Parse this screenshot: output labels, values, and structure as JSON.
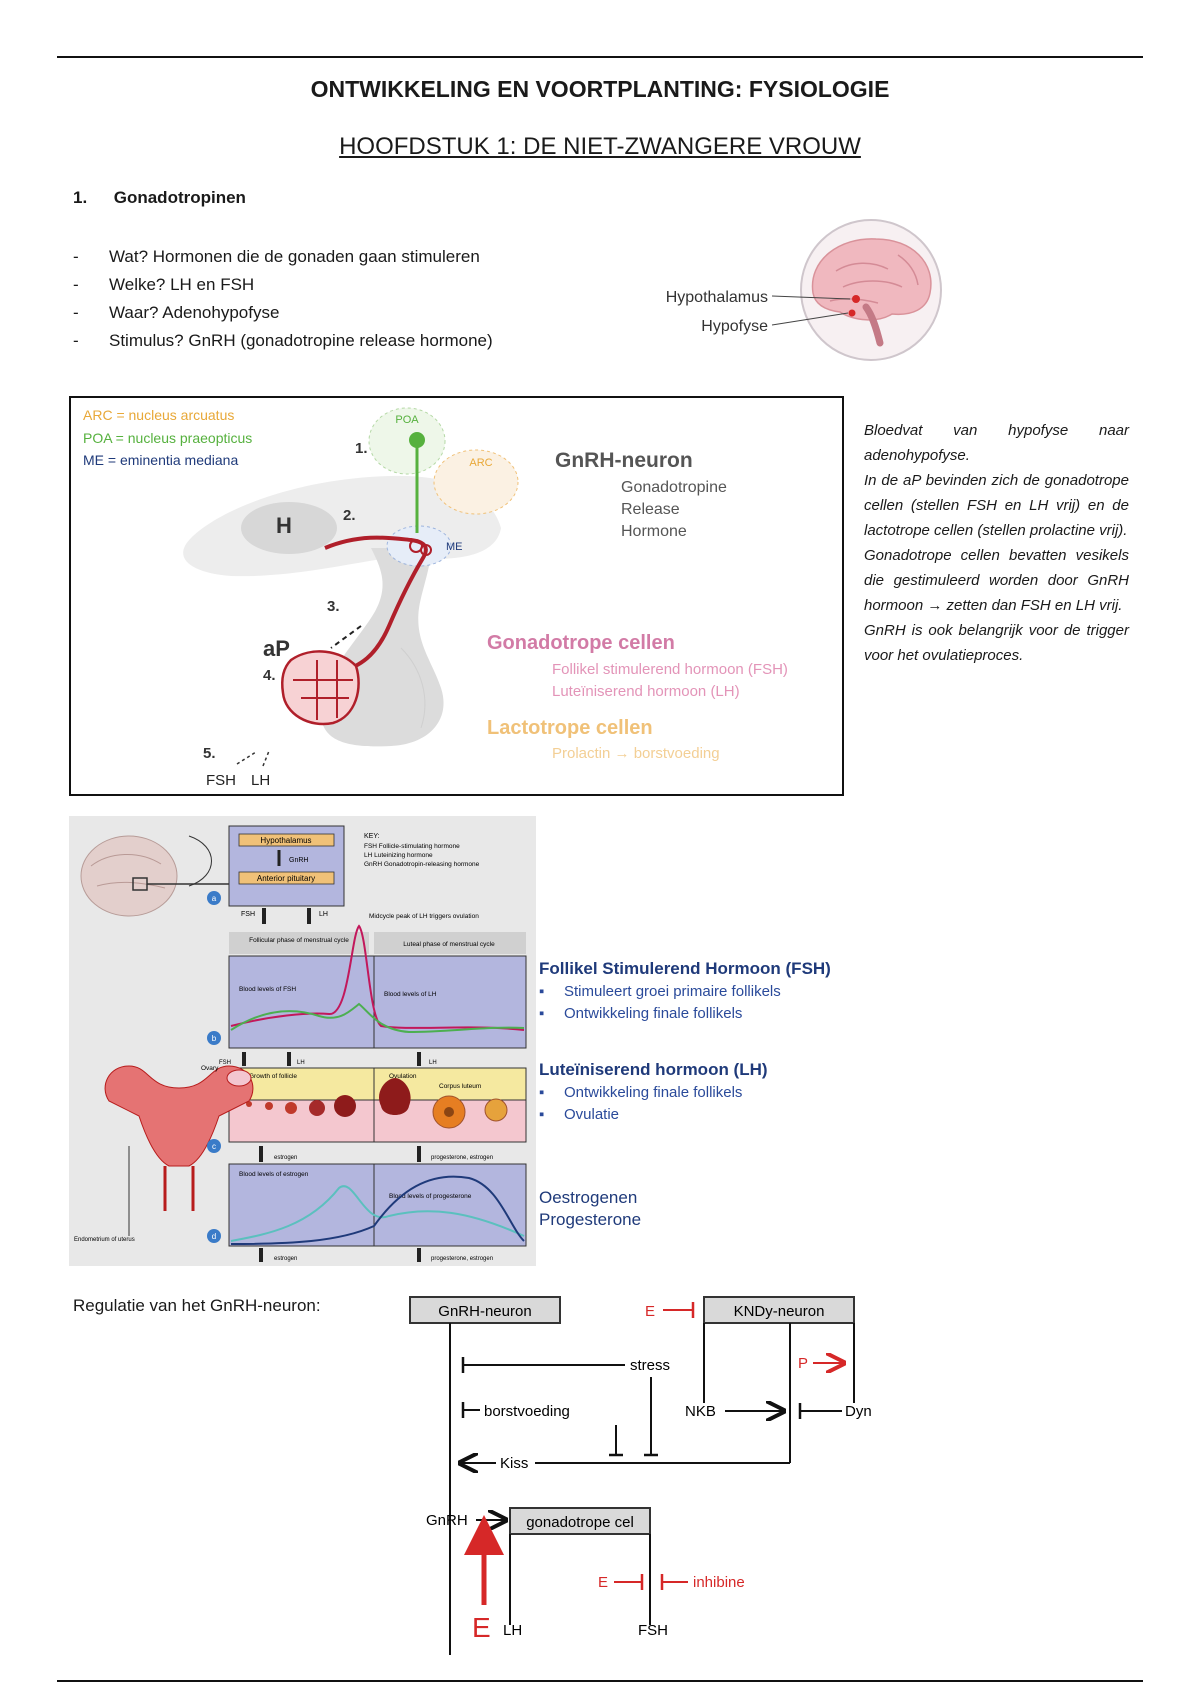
{
  "header": {
    "title": "ONTWIKKELING EN VOORTPLANTING: FYSIOLOGIE",
    "subtitle": "HOOFDSTUK 1: DE NIET-ZWANGERE VROUW"
  },
  "section1": {
    "number": "1.",
    "heading": "Gonadotropinen",
    "bullets": [
      "Wat? Hormonen die de gonaden gaan stimuleren",
      "Welke? LH en FSH",
      "Waar? Adenohypofyse",
      "Stimulus? GnRH (gonadotropine release hormone)"
    ]
  },
  "brain_figure": {
    "label1": "Hypothalamus",
    "label2": "Hypofyse"
  },
  "figure1": {
    "legend": [
      "ARC = nucleus arcuatus",
      "POA = nucleus praeopticus",
      "ME = eminentia mediana"
    ],
    "labels": {
      "poa": "POA",
      "arc": "ARC",
      "me": "ME",
      "h": "H",
      "ap": "aP",
      "step1": "1.",
      "step2": "2.",
      "step3": "3.",
      "step4": "4.",
      "step5": "5.",
      "fsh": "FSH",
      "lh": "LH"
    },
    "neuron_title": "GnRH-neuron",
    "neuron_lines": [
      "Gonadotropine",
      "Release",
      "Hormone"
    ],
    "gonadotrope_title": "Gonadotrope cellen",
    "gonadotrope_lines": [
      "Follikel stimulerend hormoon (FSH)",
      "Luteïniserend hormoon (LH)"
    ],
    "lactotrope_title": "Lactotrope cellen",
    "lactotrope_line": "Prolactin → borstvoeding"
  },
  "side_note": {
    "paragraphs": [
      "Bloedvat van hypofyse naar adenohypofyse.",
      "In de aP bevinden zich de gonadotrope cellen (stellen FSH en LH vrij) en de lactotrope cellen (stellen prolactine vrij).",
      "Gonadotrope cellen bevatten vesikels die gestimuleerd worden door GnRH hormoon → zetten dan FSH en LH vrij.",
      "GnRH is ook belangrijk voor de trigger voor het ovulatieproces."
    ]
  },
  "figure2": {
    "key": [
      "KEY:",
      "FSH Follicle-stimulating hormone",
      "LH Luteinizing hormone",
      "GnRH Gonadotropin-releasing hormone"
    ],
    "hypothalamus": "Hypothalamus",
    "gnrh": "GnRH",
    "anterior_pituitary": "Anterior pituitary",
    "fsh": "FSH",
    "lh": "LH",
    "midcycle": "Midcycle peak of LH triggers ovulation",
    "follicular_phase": "Follicular phase of menstrual cycle",
    "luteal_phase": "Luteal phase of menstrual cycle",
    "blood_fsh": "Blood levels of FSH",
    "blood_lh": "Blood levels of LH",
    "growth": "Growth of follicle",
    "ovulation": "Ovulation",
    "corpus_luteum": "Corpus luteum",
    "ovary": "Ovary",
    "estrogen": "estrogen",
    "progest_estrogen": "progesterone, estrogen",
    "blood_estrogen": "Blood levels of estrogen",
    "blood_progesterone": "Blood levels of progesterone",
    "endometrium": "Endometrium of uterus",
    "panel_a": "a",
    "panel_b": "b",
    "panel_c": "c",
    "panel_d": "d"
  },
  "hormones": {
    "fsh_title": "Follikel Stimulerend Hormoon (FSH)",
    "fsh_items": [
      "Stimuleert groei primaire follikels",
      "Ontwikkeling finale follikels"
    ],
    "lh_title": "Luteïniserend hormoon (LH)",
    "lh_items": [
      "Ontwikkeling finale follikels",
      "Ovulatie"
    ],
    "oestrogenen": "Oestrogenen",
    "progesterone": "Progesterone"
  },
  "regulation": {
    "label": "Regulatie van het GnRH-neuron:",
    "gnrh_neuron": "GnRH-neuron",
    "kndy_neuron": "KNDy-neuron",
    "e_top": "E",
    "p": "P",
    "stress": "stress",
    "borstvoeding": "borstvoeding",
    "nkb": "NKB",
    "dyn": "Dyn",
    "kiss": "Kiss",
    "gnrh": "GnRH",
    "gonadotrope_cel": "gonadotrope cel",
    "e_mid": "E",
    "inhibine": "inhibine",
    "e_big": "E",
    "lh": "LH",
    "fsh": "FSH"
  },
  "colors": {
    "red": "#d62828",
    "pink": "#d24f8f",
    "orange": "#f0c178",
    "navy": "#1f3a7a",
    "green": "#56b13e",
    "blue_label": "#2a4a9a",
    "panel_purple": "#b3b6de"
  }
}
